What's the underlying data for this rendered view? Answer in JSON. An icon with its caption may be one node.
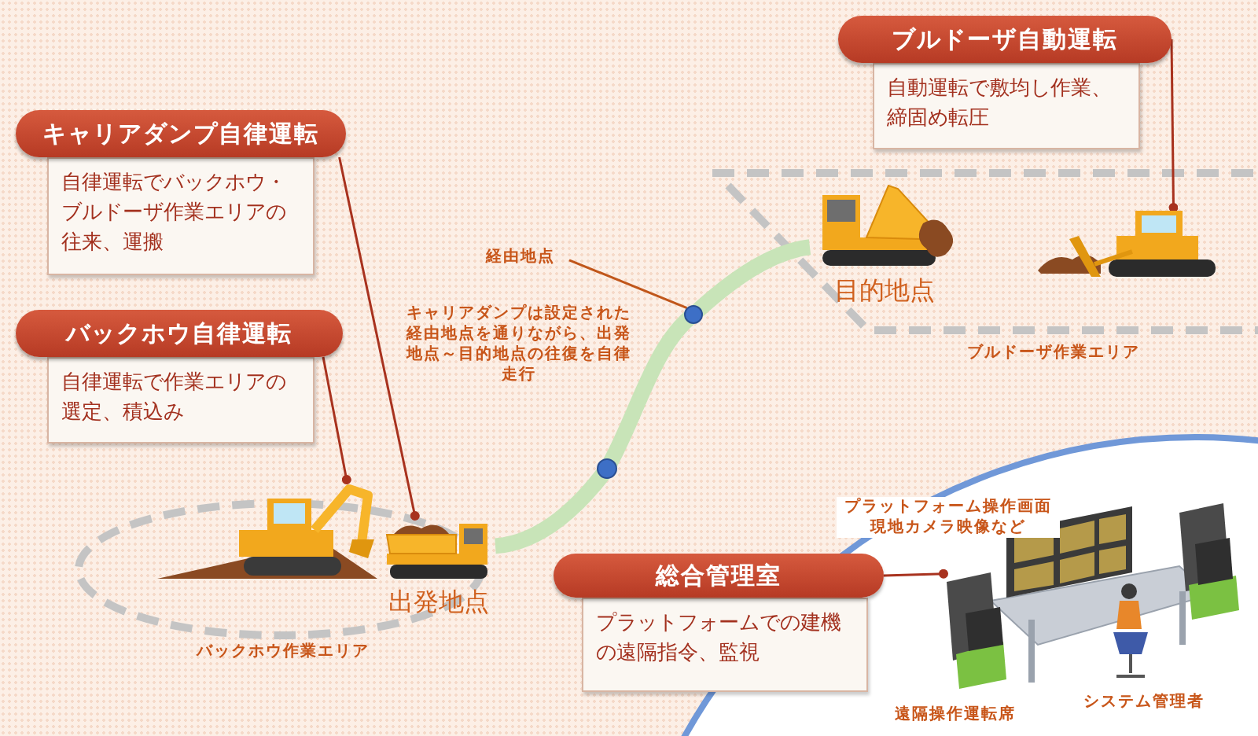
{
  "diagram": {
    "nodes": [
      {
        "text": [
          "キャリアダンプ自律運転",
          "自律運転でバックホウ・ブルドーザ作業エリアの往来、運搬"
        ]
      },
      {
        "text": [
          "バックホウ自律運転",
          "自律運転で作業エリアの選定、積込み"
        ]
      },
      {
        "text": [
          "ブルドーザ自動運転",
          "自動運転で敷均し作業、締固め転圧"
        ]
      },
      {
        "text": [
          "総合管理室",
          "プラットフォームでの建機の遠隔指令、監視"
        ]
      },
      {
        "text": [],
        "shape": "picture",
        "beside": [
          "出発地点"
        ]
      },
      {
        "text": [],
        "shape": "picture"
      },
      {
        "text": [],
        "shape": "picture",
        "beside": [
          "目的地点"
        ]
      },
      {
        "text": [],
        "shape": "picture"
      },
      {
        "text": [],
        "shape": "picture"
      },
      {
        "text": [
          "経由地点"
        ]
      },
      {
        "text": [],
        "shape": "circle"
      }
    ],
    "edges": [
      {
        "from": 0,
        "to": 4,
        "arrow": "other"
      },
      {
        "from": 1,
        "to": 5,
        "arrow": "other"
      },
      {
        "from": 2,
        "to": 7,
        "arrow": "other"
      },
      {
        "from": 3,
        "to": 8,
        "arrow": "other"
      },
      {
        "from": 9,
        "to": 10,
        "arrow": "none"
      },
      {
        "from": 4,
        "to": 6,
        "arrow": "none",
        "style": "thick",
        "color": "#c8e4b8"
      }
    ],
    "labels": [
      "キャリアダンプは設定された経由地点を通りながら、出発地点～目的地点の往復を自律走行",
      "ブルドーザ作業エリア",
      "プラットフォーム操作画面現地カメラ映像など",
      "バックホウ作業エリア",
      "システム管理者",
      "遠隔操作運転席"
    ]
  }
}
